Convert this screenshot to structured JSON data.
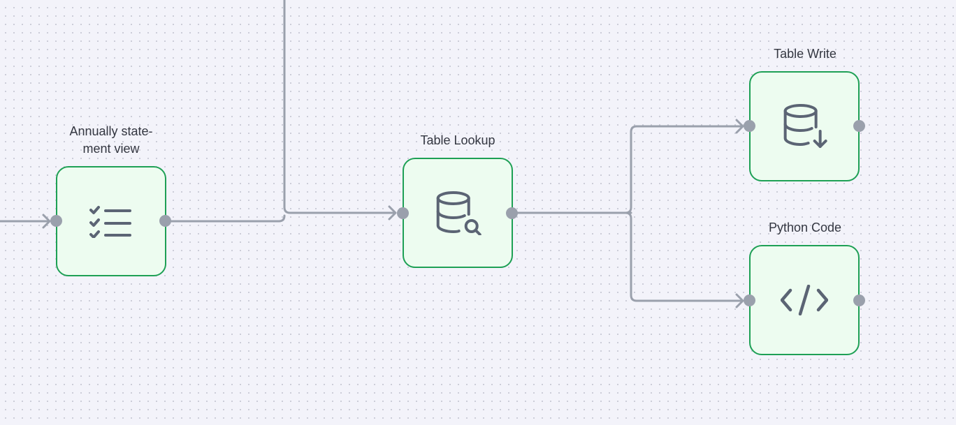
{
  "canvas": {
    "background_color": "#f3f3fa",
    "dot_color": "#c9cad6",
    "edge_color": "#9aa0ac",
    "node_border_color": "#1ea055",
    "node_fill_color": "#edfcf0",
    "icon_color": "#5b6474"
  },
  "nodes": {
    "annually_statement_view": {
      "label_line1": "Annually state-",
      "label_line2": "ment view",
      "icon": "checklist-icon"
    },
    "table_lookup": {
      "label": "Table Lookup",
      "icon": "database-search-icon"
    },
    "table_write": {
      "label": "Table Write",
      "icon": "database-download-icon"
    },
    "python_code": {
      "label": "Python Code",
      "icon": "code-icon"
    }
  }
}
